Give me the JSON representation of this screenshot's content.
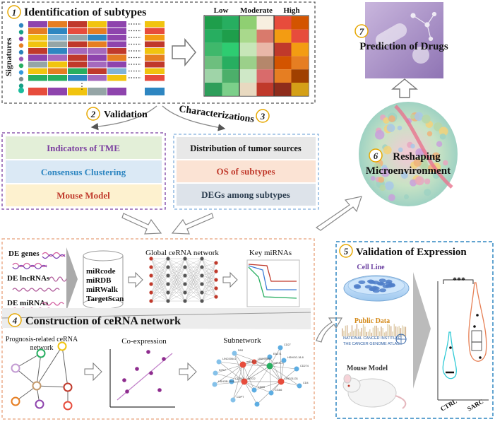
{
  "sections": {
    "s1": {
      "num": "1",
      "title": "Identification of subtypes",
      "signatures_label": "Signatures",
      "dots": "⋮"
    },
    "s2": {
      "num": "2",
      "title": "Validation",
      "items": [
        "Indicators of TME",
        "Consensus Clustering",
        "Mouse Model"
      ]
    },
    "s3": {
      "num": "3",
      "title": "Characterizations",
      "items": [
        "Distribution of tumor sources",
        "OS of subtypes",
        "DEGs among subtypes"
      ]
    },
    "s4": {
      "num": "4",
      "title": "Construction of ceRNA network",
      "de_labels": [
        "DE genes",
        "DE lncRNAs",
        "DE miRNAs"
      ],
      "databases": [
        "miRcode",
        "miRDB",
        "miRWalk",
        "TargetScan"
      ],
      "global_label": "Global ceRNA network",
      "key_label": "Key miRNAs",
      "prognosis_label_1": "Prognosis-related ceRNA",
      "prognosis_label_2": "network",
      "coexp_label": "Co-expression",
      "subnet_label": "Subnetwork"
    },
    "s5": {
      "num": "5",
      "title": "Validation of Expression",
      "cell_line": "Cell Line",
      "public_data": "Public Data",
      "nci_line1": "NATIONAL CANCER INSTITUTE",
      "nci_line2": "THE CANCER GENOME ATLAS",
      "mouse_model": "Mouse Model",
      "significance": "***",
      "groups": [
        "CTRL",
        "SARC"
      ]
    },
    "s6": {
      "num": "6",
      "title_line1": "Reshaping",
      "title_line2": "Microenvironment"
    },
    "s7": {
      "num": "7",
      "title": "Prediction of Drugs"
    }
  },
  "heatmap_headers": [
    "Low",
    "Moderate",
    "High"
  ],
  "subnet_nodes": [
    "CD27",
    "FAS",
    "EAZ71",
    "LINC00641",
    "LINC00957",
    "HSHOG-18-8",
    "miR-5-2",
    "miR-5-3",
    "KIF17",
    "CD274",
    "CDCA7",
    "AGO2",
    "LINC01131",
    "HSHOB-19-8",
    "CD4",
    "CDK6",
    "CGA6",
    "CDPT"
  ],
  "colors": {
    "purple": "#7b3fa0",
    "blue": "#2e86c1",
    "red": "#c0392b",
    "orange_num": "#f0a500",
    "gray_box": "#7f7f7f"
  }
}
